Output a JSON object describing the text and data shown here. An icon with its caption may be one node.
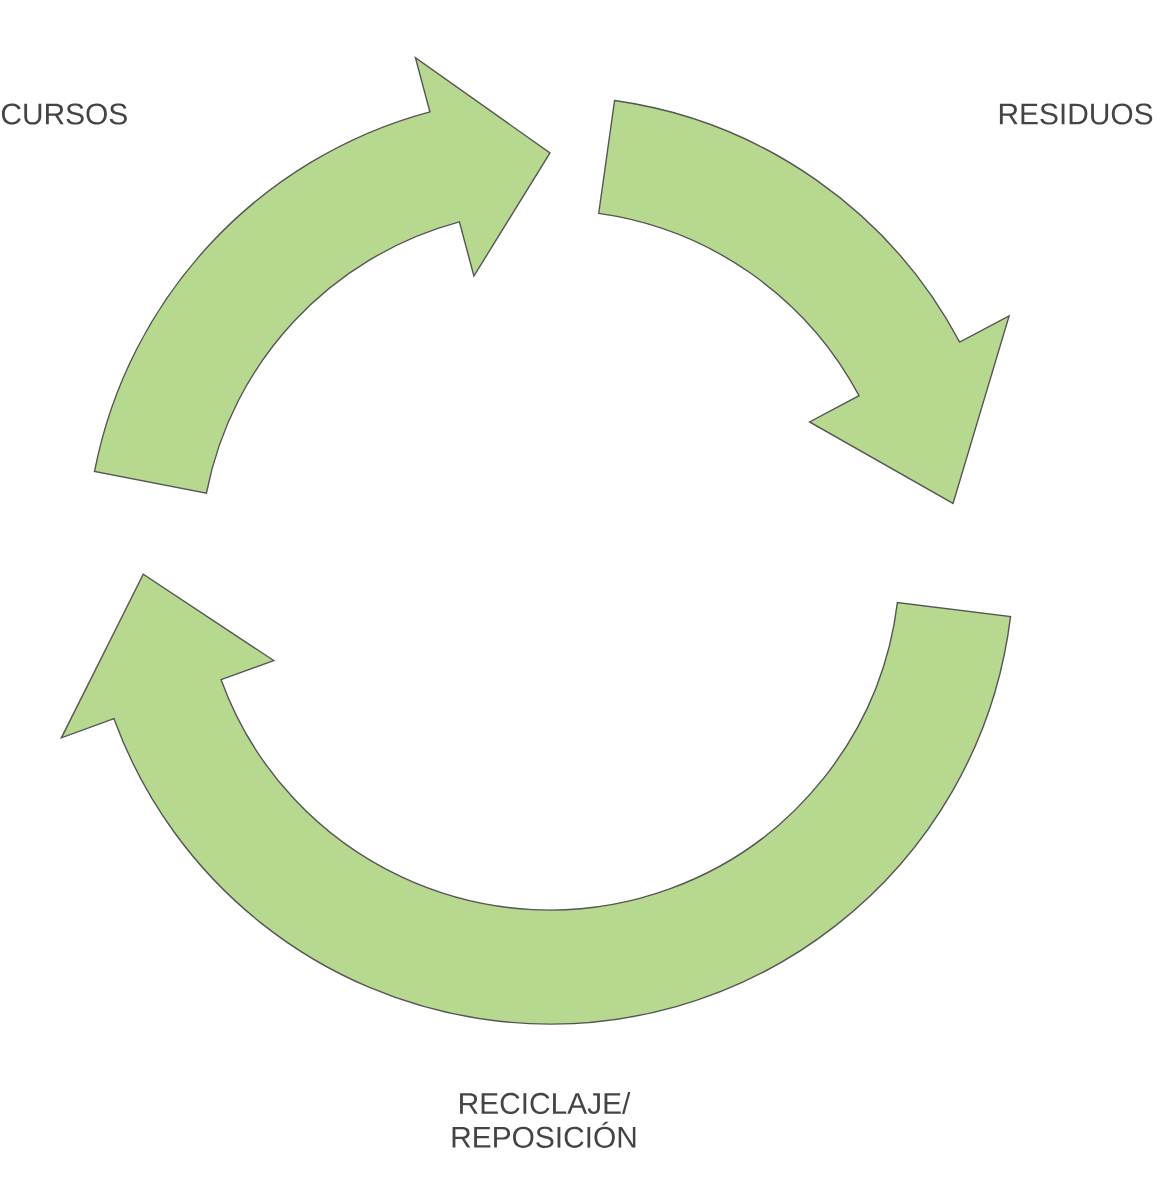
{
  "diagram": {
    "labels": [
      "CURSOS",
      "RESIDUOS",
      "RECICLAJE/ REPOSICIÓN"
    ]
  }
}
